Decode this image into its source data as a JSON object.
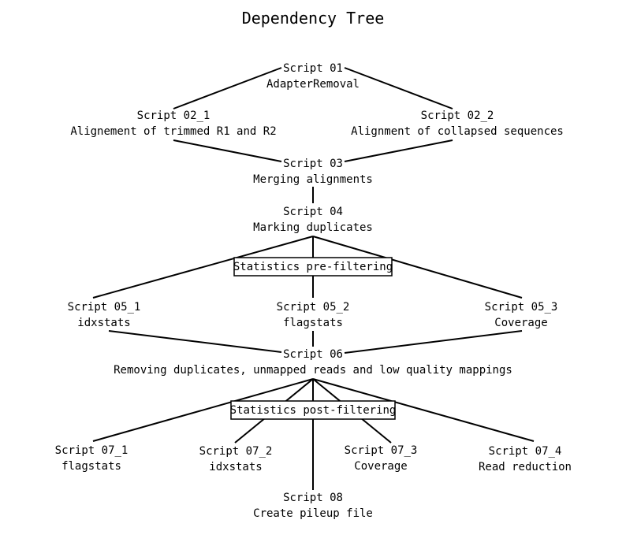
{
  "title": "Dependency Tree",
  "nodes": {
    "s01": {
      "line1": "Script 01",
      "line2": "AdapterRemoval"
    },
    "s02_1": {
      "line1": "Script 02_1",
      "line2": "Alignement of trimmed R1 and R2"
    },
    "s02_2": {
      "line1": "Script 02_2",
      "line2": "Alignment of collapsed sequences"
    },
    "s03": {
      "line1": "Script 03",
      "line2": "Merging alignments"
    },
    "s04": {
      "line1": "Script 04",
      "line2": "Marking duplicates"
    },
    "s05_1": {
      "line1": "Script 05_1",
      "line2": "idxstats"
    },
    "s05_2": {
      "line1": "Script 05_2",
      "line2": "flagstats"
    },
    "s05_3": {
      "line1": "Script 05_3",
      "line2": "Coverage"
    },
    "s06": {
      "line1": "Script 06",
      "line2": "Removing duplicates, unmapped reads and low quality mappings"
    },
    "s07_1": {
      "line1": "Script 07_1",
      "line2": "flagstats"
    },
    "s07_2": {
      "line1": "Script 07_2",
      "line2": "idxstats"
    },
    "s07_3": {
      "line1": "Script 07_3",
      "line2": "Coverage"
    },
    "s07_4": {
      "line1": "Script 07_4",
      "line2": "Read reduction"
    },
    "s08": {
      "line1": "Script 08",
      "line2": "Create pileup file"
    }
  },
  "groups": {
    "pre": "Statistics pre-filtering",
    "post": "Statistics post-filtering"
  }
}
